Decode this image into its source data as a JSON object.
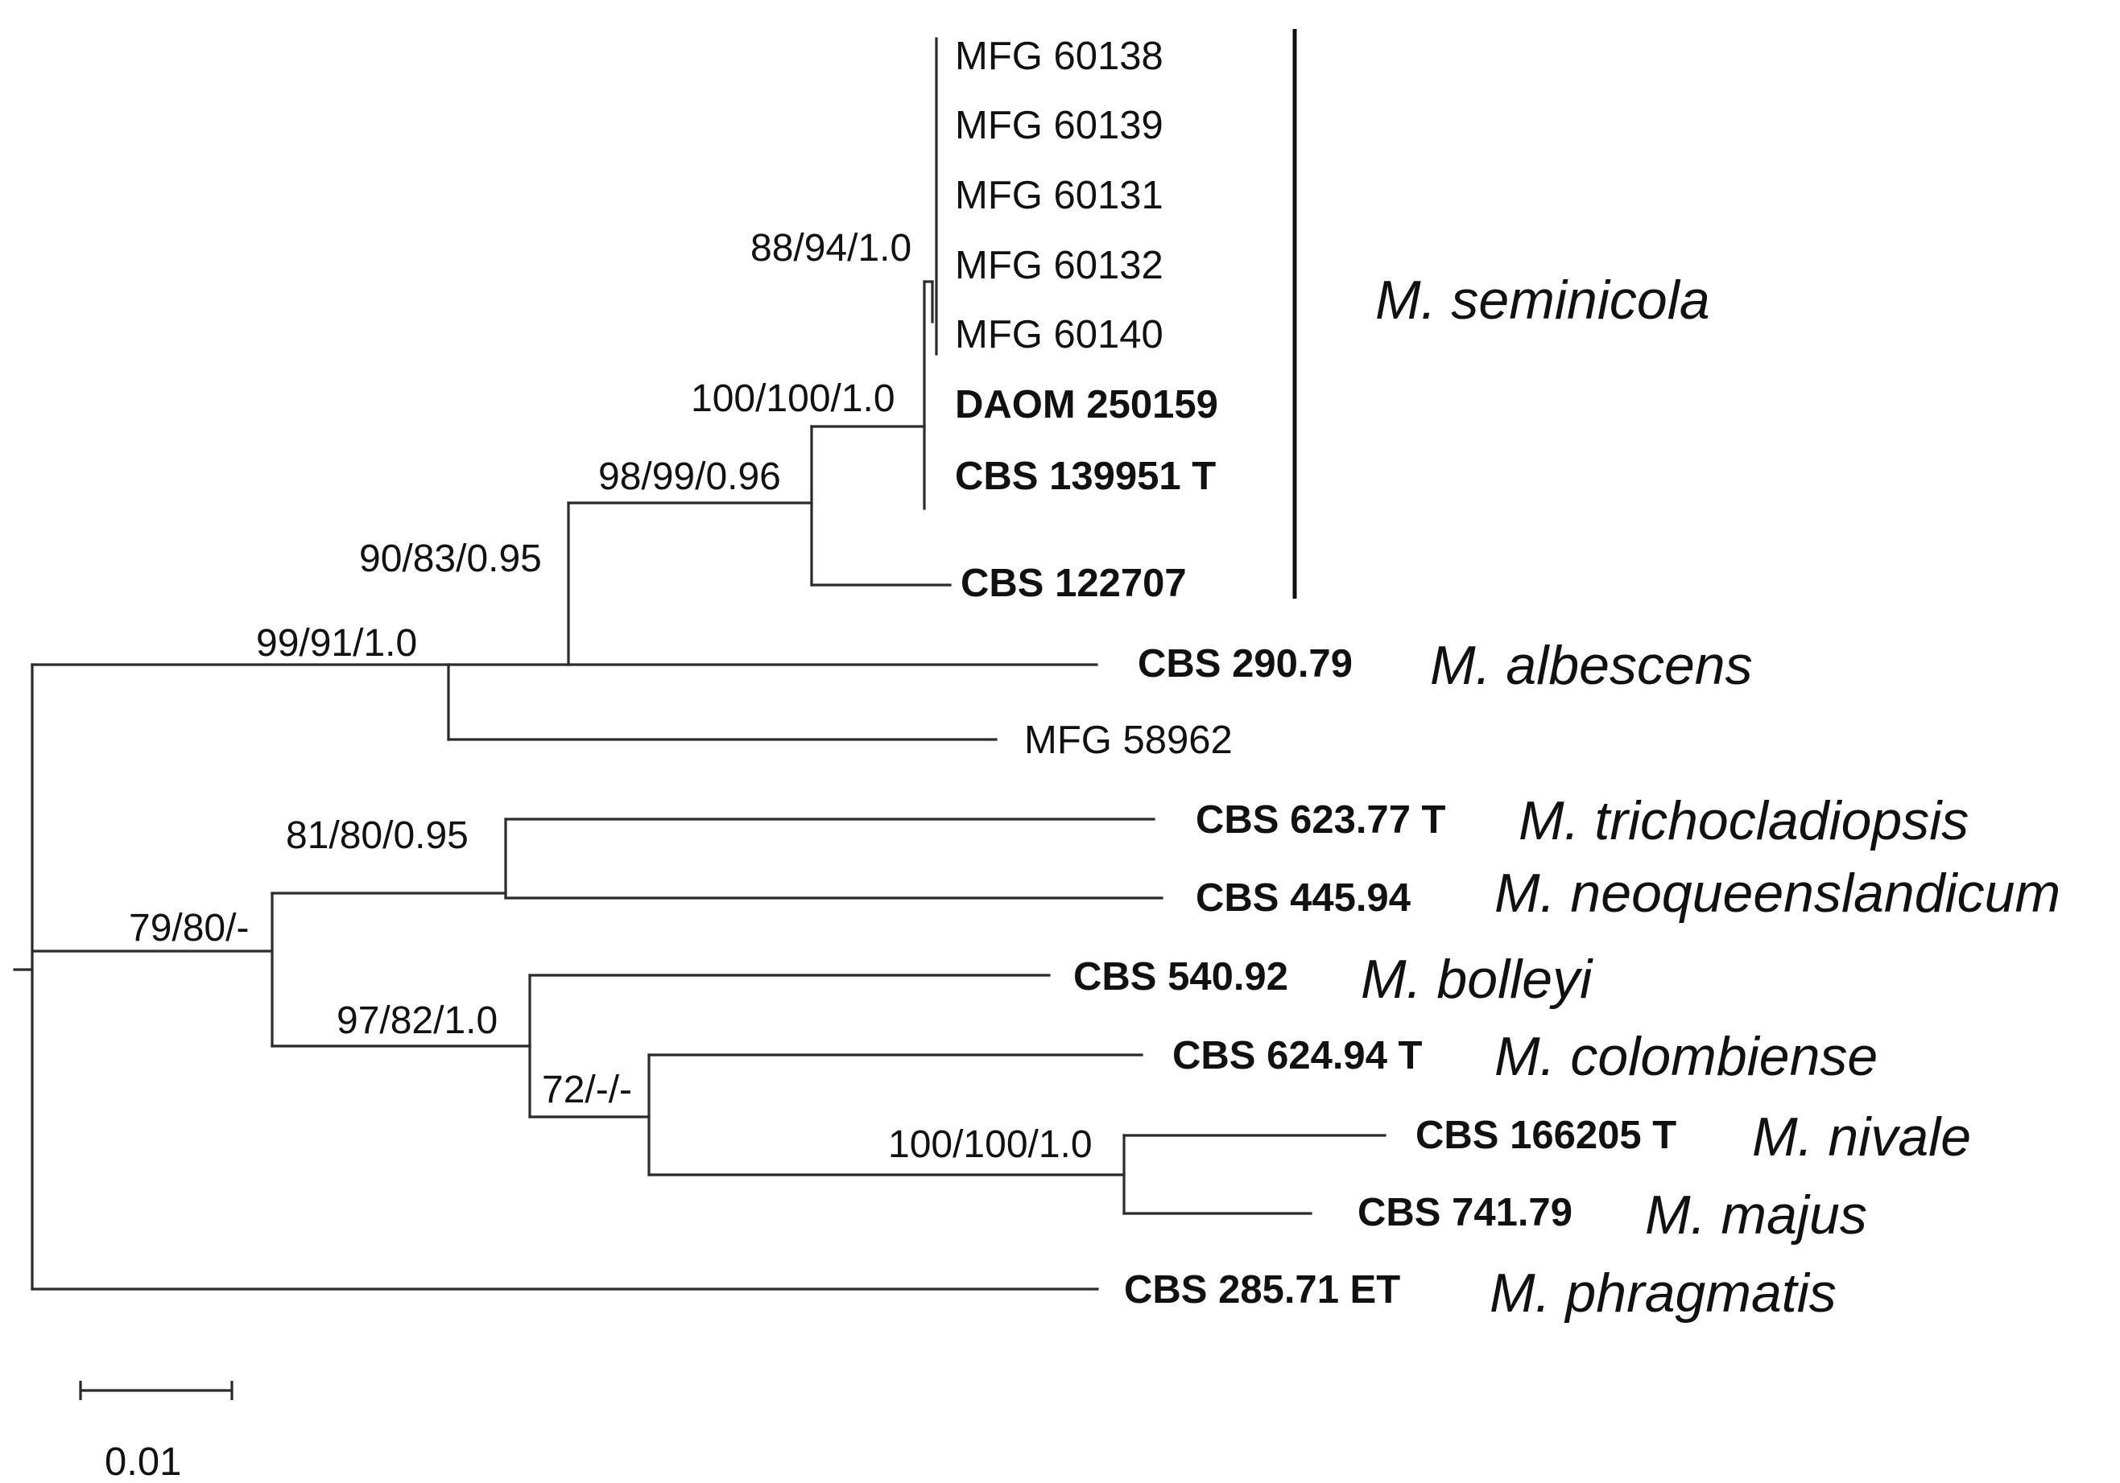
{
  "tree": {
    "tips": [
      {
        "id": "mfg60138",
        "label": "MFG 60138",
        "bold": false
      },
      {
        "id": "mfg60139",
        "label": "MFG 60139",
        "bold": false
      },
      {
        "id": "mfg60131",
        "label": "MFG 60131",
        "bold": false
      },
      {
        "id": "mfg60132",
        "label": "MFG 60132",
        "bold": false
      },
      {
        "id": "mfg60140",
        "label": "MFG 60140",
        "bold": false
      },
      {
        "id": "daom250159",
        "label": "DAOM 250159",
        "bold": true
      },
      {
        "id": "cbs139951",
        "label": "CBS 139951 T",
        "bold": true
      },
      {
        "id": "cbs122707",
        "label": "CBS 122707",
        "bold": true
      },
      {
        "id": "cbs29079",
        "label": "CBS 290.79",
        "bold": true
      },
      {
        "id": "mfg58962",
        "label": "MFG 58962",
        "bold": false
      },
      {
        "id": "cbs62377",
        "label": "CBS 623.77 T",
        "bold": true
      },
      {
        "id": "cbs44594",
        "label": "CBS 445.94",
        "bold": true
      },
      {
        "id": "cbs54092",
        "label": "CBS 540.92",
        "bold": true
      },
      {
        "id": "cbs62494",
        "label": "CBS 624.94 T",
        "bold": true
      },
      {
        "id": "cbs166205",
        "label": "CBS 166205 T",
        "bold": true
      },
      {
        "id": "cbs74179",
        "label": "CBS 741.79",
        "bold": true
      },
      {
        "id": "cbs28571",
        "label": "CBS 285.71 ET",
        "bold": true
      }
    ],
    "support_values": [
      {
        "node": "n-mfg-subclade",
        "label": "88/94/1.0"
      },
      {
        "node": "n-seminicola-core",
        "label": "100/100/1.0"
      },
      {
        "node": "n-seminicola",
        "label": "98/99/0.96"
      },
      {
        "node": "n-albescens-group",
        "label": "90/83/0.95"
      },
      {
        "node": "n-upper-clade",
        "label": "99/91/1.0"
      },
      {
        "node": "n-tricho-neo",
        "label": "81/80/0.95"
      },
      {
        "node": "n-lower-clade",
        "label": "79/80/-"
      },
      {
        "node": "n-bolleyi-group",
        "label": "97/82/1.0"
      },
      {
        "node": "n-colombiense-group",
        "label": "72/-/-"
      },
      {
        "node": "n-nivale-majus",
        "label": "100/100/1.0"
      }
    ],
    "species": [
      {
        "id": "seminicola",
        "label": "M. seminicola"
      },
      {
        "id": "albescens",
        "label": "M. albescens"
      },
      {
        "id": "trichocladiopsis",
        "label": "M. trichocladiopsis"
      },
      {
        "id": "neoqueenslandicum",
        "label": "M. neoqueenslandicum"
      },
      {
        "id": "bolleyi",
        "label": "M. bolleyi"
      },
      {
        "id": "colombiense",
        "label": "M. colombiense"
      },
      {
        "id": "nivale",
        "label": "M. nivale"
      },
      {
        "id": "majus",
        "label": "M. majus"
      },
      {
        "id": "phragmatis",
        "label": "M. phragmatis"
      }
    ],
    "scale_bar": {
      "value": 0.01,
      "label": "0.01"
    }
  }
}
